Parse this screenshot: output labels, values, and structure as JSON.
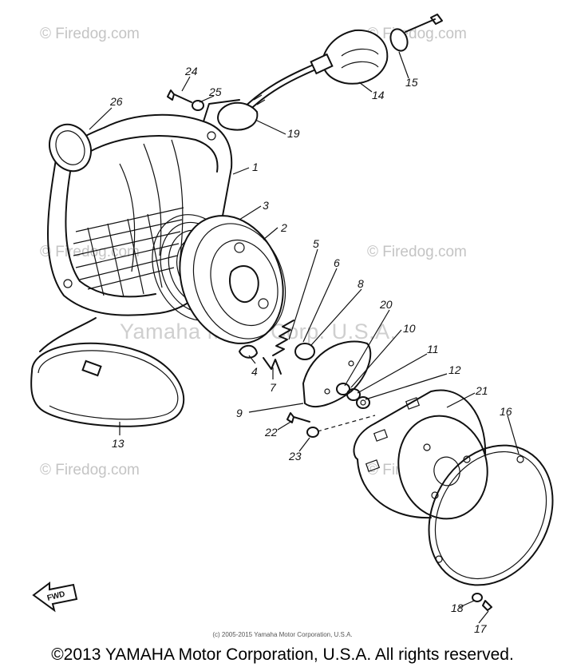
{
  "watermarks": {
    "site_label": "© Firedog.com",
    "center_label": "Yamaha Motor Corp. U.S.A."
  },
  "diagram": {
    "direction_label": "FWD",
    "callouts": [
      "1",
      "2",
      "3",
      "4",
      "5",
      "6",
      "7",
      "8",
      "9",
      "10",
      "11",
      "12",
      "13",
      "14",
      "15",
      "16",
      "17",
      "18",
      "19",
      "20",
      "21",
      "22",
      "23",
      "24",
      "25",
      "26"
    ]
  },
  "fine_print": "(c) 2005-2015 Yamaha Motor Corporation, U.S.A.",
  "copyright": "©2013 YAMAHA Motor Corporation, U.S.A. All rights reserved.",
  "colors": {
    "line": "#111111",
    "watermark": "#c4c4c4",
    "background": "#ffffff"
  }
}
